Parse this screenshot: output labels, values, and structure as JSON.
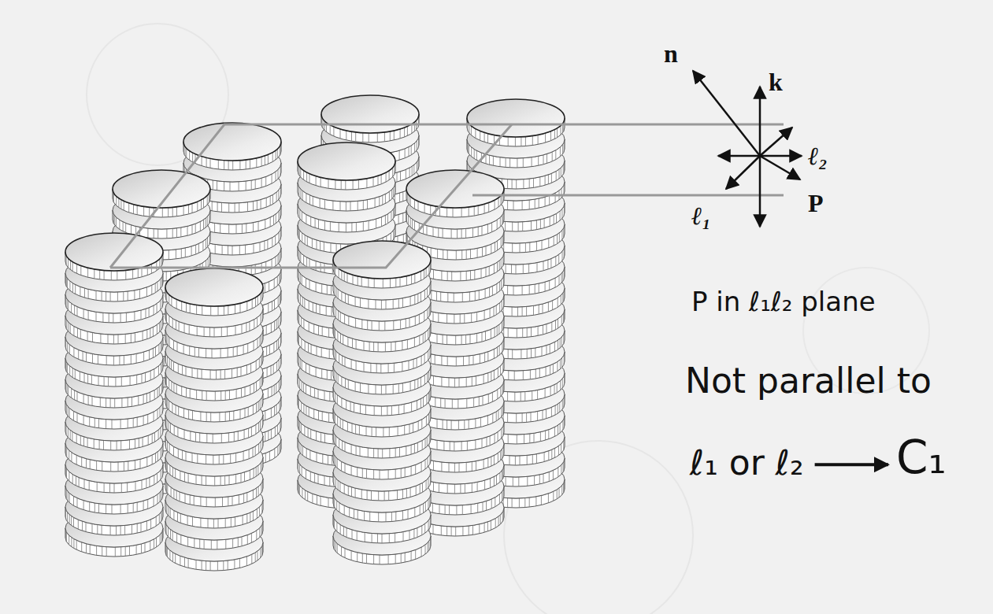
{
  "diagram": {
    "labels": [
      "n",
      "k",
      "ℓ₂",
      "ℓ₁",
      "P",
      "P in ℓ₁ℓ₂ plane",
      "Not parallel to",
      "ℓ₁ or ℓ₂",
      "C₁"
    ]
  }
}
